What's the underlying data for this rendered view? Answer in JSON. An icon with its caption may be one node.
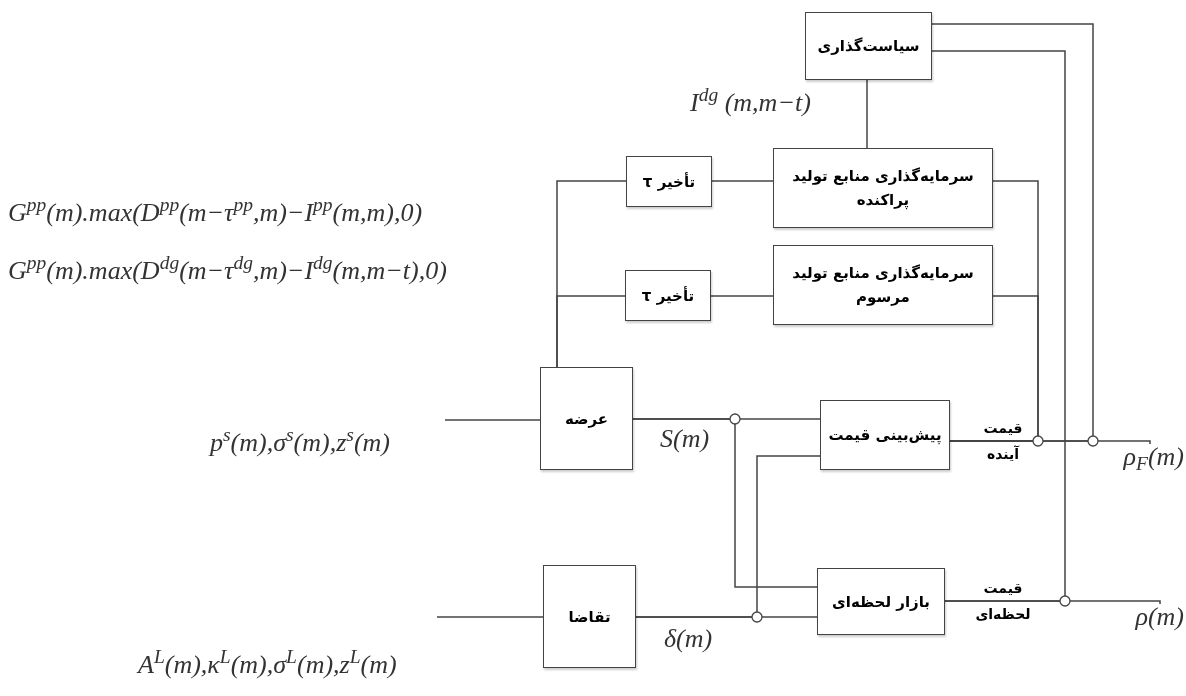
{
  "diagram": {
    "nodes": [
      {
        "text": [
          "سیاست‌گذاری"
        ]
      },
      {
        "text": [
          "تأخیر τ"
        ]
      },
      {
        "text": [
          "سرمایه‌گذاری منابع تولید پراکنده"
        ]
      },
      {
        "text": [
          "تأخیر τ"
        ]
      },
      {
        "text": [
          "سرمایه‌گذاری منابع تولید مرسوم"
        ]
      },
      {
        "text": [
          "عرضه"
        ]
      },
      {
        "text": [
          "تقاضا"
        ]
      },
      {
        "text": [
          "پیش‌بینی قیمت"
        ]
      },
      {
        "text": [
          "بازار لحظه‌ای"
        ]
      },
      {
        "text": [
          "ρ$_{F}$(m)"
        ]
      },
      {
        "text": [
          "ρ(m)"
        ]
      }
    ],
    "edges": [
      {
        "from": 0,
        "to": 2,
        "arrow": "none",
        "label": "I$^{dg}$ (m,m−t)"
      },
      {
        "from": 5,
        "to": 1,
        "arrow": "none"
      },
      {
        "from": 5,
        "to": 3,
        "arrow": "none"
      },
      {
        "from": 2,
        "to": 1,
        "arrow": "none"
      },
      {
        "from": 4,
        "to": 3,
        "arrow": "none"
      },
      {
        "from": null,
        "to": 5,
        "arrow": "none"
      },
      {
        "from": null,
        "to": 6,
        "arrow": "none"
      },
      {
        "from": 5,
        "to": 7,
        "arrow": "none",
        "label": "S(m)"
      },
      {
        "from": 5,
        "to": 8,
        "arrow": "none"
      },
      {
        "from": 6,
        "to": 8,
        "arrow": "none",
        "label": "δ(m)"
      },
      {
        "from": 6,
        "to": 7,
        "arrow": "none"
      },
      {
        "from": 7,
        "to": 9,
        "arrow": "none",
        "label": "قیمت آینده"
      },
      {
        "from": 8,
        "to": 10,
        "arrow": "none",
        "label": "قیمت لحظه‌ای"
      },
      {
        "from": 7,
        "to": 0,
        "arrow": "none"
      },
      {
        "from": 8,
        "to": 0,
        "arrow": "none"
      },
      {
        "from": 7,
        "to": 2,
        "arrow": "none"
      },
      {
        "from": 7,
        "to": 4,
        "arrow": "none"
      }
    ],
    "labels": [
      "G$^{pp}$(m).max(D$^{pp}$(m−τ$^{pp}$,m)−I$^{pp}$(m,m),0)",
      "G$^{pp}$(m).max(D$^{dg}$(m−τ$^{dg}$,m)−I$^{dg}$(m,m−t),0)",
      "p$^{s}$(m),σ$^{s}$(m),z$^{s}$(m)",
      "A$^{L}$(m),κ$^{L}$(m),σ$^{L}$(m),z$^{L}$(m)"
    ]
  }
}
